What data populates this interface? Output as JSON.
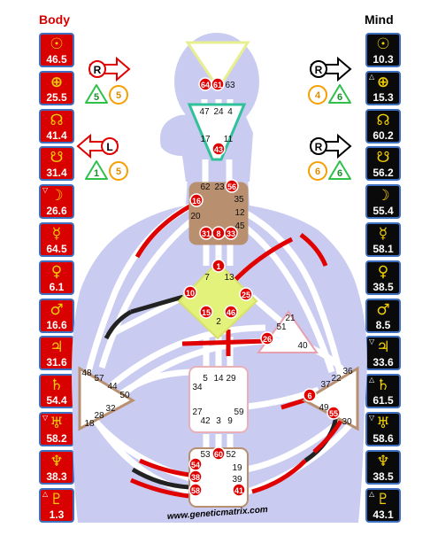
{
  "headers": {
    "left": "Body",
    "right": "Mind"
  },
  "colors": {
    "body_red": "#d90000",
    "mind_black": "#0a0a0a",
    "tile_border": "#3f6fc1",
    "glyph_yellow": "#f5d000",
    "silhouette": "#c9ccf0",
    "defined_center": "#b89070",
    "yellow_center": "#e3f27a",
    "channel_red": "#e00000",
    "channel_black": "#222222"
  },
  "body_planets": [
    {
      "glyph": "☉",
      "value": "46.5",
      "icon": "sun-icon"
    },
    {
      "glyph": "⊕",
      "value": "25.5",
      "icon": "earth-icon"
    },
    {
      "glyph": "☊",
      "value": "41.4",
      "icon": "north-node-icon"
    },
    {
      "glyph": "☋",
      "value": "31.4",
      "icon": "south-node-icon"
    },
    {
      "glyph": "☽",
      "value": "26.6",
      "icon": "moon-icon",
      "marker": "▽"
    },
    {
      "glyph": "☿",
      "value": "64.5",
      "icon": "mercury-icon"
    },
    {
      "glyph": "♀",
      "value": "6.1",
      "icon": "venus-icon"
    },
    {
      "glyph": "♂",
      "value": "16.6",
      "icon": "mars-icon"
    },
    {
      "glyph": "♃",
      "value": "31.6",
      "icon": "jupiter-icon"
    },
    {
      "glyph": "♄",
      "value": "54.4",
      "icon": "saturn-icon"
    },
    {
      "glyph": "♅",
      "value": "58.2",
      "icon": "uranus-icon",
      "marker": "▽"
    },
    {
      "glyph": "♆",
      "value": "38.3",
      "icon": "neptune-icon"
    },
    {
      "glyph": "♇",
      "value": "1.3",
      "icon": "pluto-icon",
      "marker": "△"
    }
  ],
  "mind_planets": [
    {
      "glyph": "☉",
      "value": "10.3",
      "icon": "sun-icon"
    },
    {
      "glyph": "⊕",
      "value": "15.3",
      "icon": "earth-icon",
      "marker": "△"
    },
    {
      "glyph": "☊",
      "value": "60.2",
      "icon": "north-node-icon"
    },
    {
      "glyph": "☋",
      "value": "56.2",
      "icon": "south-node-icon"
    },
    {
      "glyph": "☽",
      "value": "55.4",
      "icon": "moon-icon"
    },
    {
      "glyph": "☿",
      "value": "58.1",
      "icon": "mercury-icon"
    },
    {
      "glyph": "♀",
      "value": "38.5",
      "icon": "venus-icon"
    },
    {
      "glyph": "♂",
      "value": "8.5",
      "icon": "mars-icon"
    },
    {
      "glyph": "♃",
      "value": "33.6",
      "icon": "jupiter-icon",
      "marker": "▽"
    },
    {
      "glyph": "♄",
      "value": "61.5",
      "icon": "saturn-icon",
      "marker": "△"
    },
    {
      "glyph": "♅",
      "value": "58.6",
      "icon": "uranus-icon",
      "marker": "▽"
    },
    {
      "glyph": "♆",
      "value": "38.5",
      "icon": "neptune-icon"
    },
    {
      "glyph": "♇",
      "value": "43.1",
      "icon": "pluto-icon",
      "marker": "△"
    }
  ],
  "variables": {
    "left_top": {
      "letter": "R",
      "tone": "5",
      "color": "5"
    },
    "left_bottom": {
      "letter": "L",
      "tone": "1",
      "color": "5"
    },
    "right_top": {
      "letter": "R",
      "tone": "6",
      "color": "4"
    },
    "right_bottom": {
      "letter": "R",
      "tone": "6",
      "color": "6"
    }
  },
  "centers": {
    "head": {
      "gates": [
        "64",
        "61",
        "63"
      ]
    },
    "ajna": {
      "gates": [
        "47",
        "24",
        "4",
        "17",
        "11",
        "43"
      ]
    },
    "throat": {
      "gates": [
        "62",
        "23",
        "56",
        "16",
        "35",
        "20",
        "12",
        "45",
        "31",
        "8",
        "33"
      ]
    },
    "g": {
      "gates": [
        "1",
        "7",
        "13",
        "10",
        "25",
        "15",
        "2",
        "46"
      ]
    },
    "heart": {
      "gates": [
        "21",
        "51",
        "26",
        "40"
      ]
    },
    "spleen": {
      "gates": [
        "48",
        "57",
        "44",
        "50",
        "32",
        "28",
        "18"
      ]
    },
    "sacral": {
      "gates": [
        "5",
        "14",
        "29",
        "34",
        "27",
        "42",
        "3",
        "9",
        "59"
      ]
    },
    "solar_plexus": {
      "gates": [
        "36",
        "22",
        "37",
        "6",
        "49",
        "55",
        "30"
      ]
    },
    "root": {
      "gates": [
        "53",
        "60",
        "52",
        "54",
        "19",
        "38",
        "39",
        "58",
        "41"
      ]
    }
  },
  "footer": {
    "url": "www.geneticmatrix.com"
  }
}
